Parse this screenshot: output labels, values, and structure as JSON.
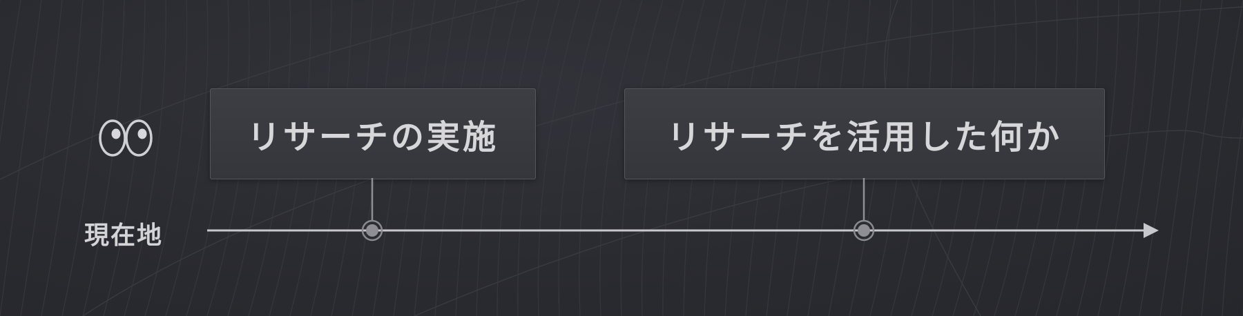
{
  "diagram": {
    "current_label": "現在地",
    "milestones": [
      {
        "label": "リサーチの実施"
      },
      {
        "label": "リサーチを活用した何か"
      }
    ],
    "icons": {
      "eyes": "eyes-icon",
      "arrow": "arrow-head-icon"
    },
    "colors": {
      "background": "#2a2b30",
      "box_fill": "#3a3b41",
      "box_border": "#55565c",
      "text": "#d7d7da",
      "line": "#c8c8cc",
      "marker": "#8a8a90"
    }
  }
}
